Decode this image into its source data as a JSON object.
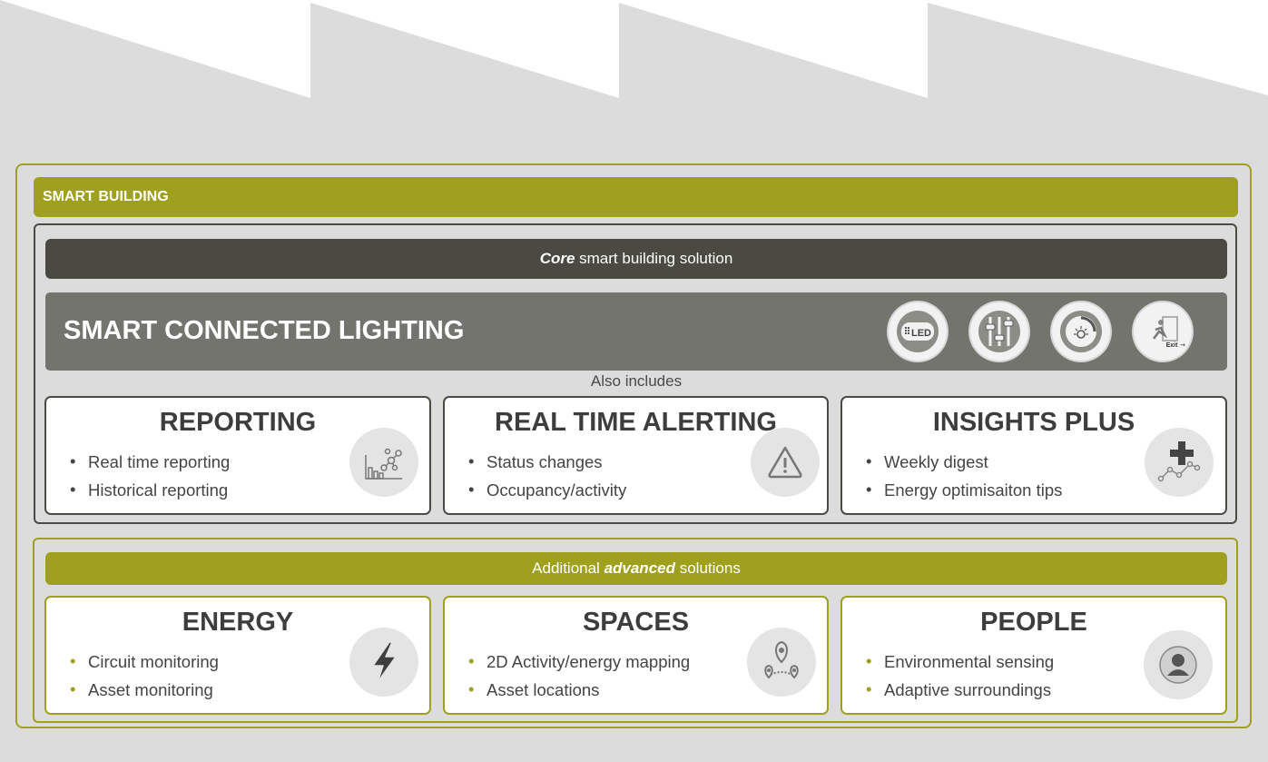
{
  "header": {
    "title": "SMART BUILDING"
  },
  "core": {
    "banner_emphasis": "Core",
    "banner_text": " smart building solution",
    "lighting_title": "SMART CONNECTED LIGHTING",
    "lighting_icons": [
      {
        "icon": "led-icon",
        "label": "LED"
      },
      {
        "icon": "sliders-icon"
      },
      {
        "icon": "dimmer-icon"
      },
      {
        "icon": "emergency-exit-icon",
        "label": "Exit"
      }
    ],
    "also_includes": "Also includes",
    "cards": [
      {
        "title": "REPORTING",
        "items": [
          "Real time reporting",
          "Historical reporting"
        ],
        "icon": "chart-icon"
      },
      {
        "title": "REAL TIME ALERTING",
        "items": [
          "Status changes",
          "Occupancy/activity"
        ],
        "icon": "alert-icon"
      },
      {
        "title": "INSIGHTS PLUS",
        "items": [
          "Weekly digest",
          "Energy optimisaiton tips"
        ],
        "icon": "insights-plus-icon"
      }
    ]
  },
  "advanced": {
    "banner_prefix": "Additional ",
    "banner_emphasis": "advanced",
    "banner_suffix": " solutions",
    "cards": [
      {
        "title": "ENERGY",
        "items": [
          "Circuit monitoring",
          "Asset monitoring"
        ],
        "icon": "lightning-icon"
      },
      {
        "title": "SPACES",
        "items": [
          "2D Activity/energy mapping",
          "Asset locations"
        ],
        "icon": "location-pins-icon"
      },
      {
        "title": "PEOPLE",
        "items": [
          "Environmental sensing",
          "Adaptive surroundings"
        ],
        "icon": "person-icon"
      }
    ]
  },
  "colors": {
    "olive": "#a0a01f",
    "dark": "#4a4a43",
    "gray": "#74746e",
    "building": "#dcdcdc"
  }
}
